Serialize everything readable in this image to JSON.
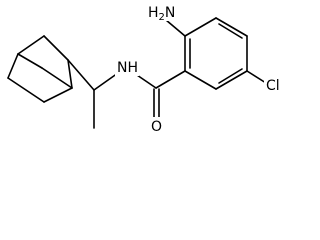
{
  "molecule": {
    "atoms": {
      "amine": {
        "symbol": "H",
        "subscript": "2",
        "element": "N"
      },
      "amide_nitrogen": {
        "symbol": "NH"
      },
      "carbonyl_oxygen": {
        "symbol": "O"
      },
      "chlorine": {
        "symbol": "Cl"
      }
    },
    "colors": {
      "bond": "#000000",
      "label": "#000000",
      "background": "#ffffff"
    }
  }
}
